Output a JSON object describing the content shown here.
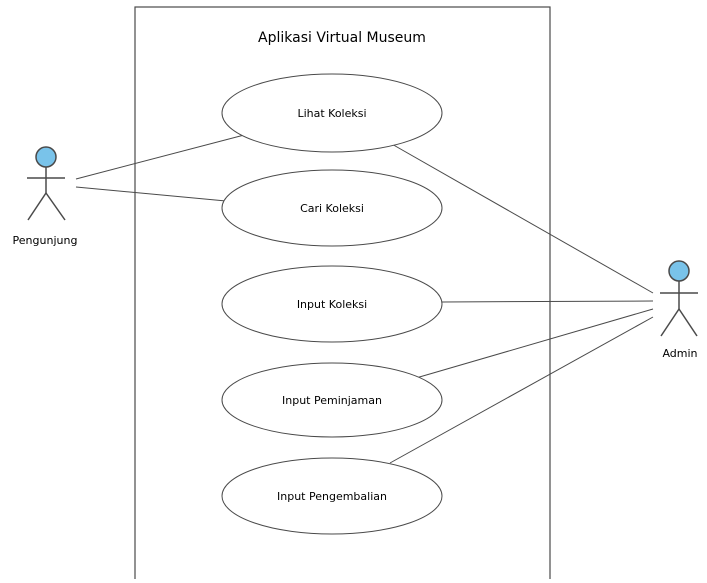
{
  "diagram": {
    "type": "use-case",
    "system": {
      "title": "Aplikasi Virtual Museum"
    },
    "actors": [
      {
        "id": "pengunjung",
        "label": "Pengunjung",
        "icon": "stick-figure-icon",
        "head_color": "#79C3EA"
      },
      {
        "id": "admin",
        "label": "Admin",
        "icon": "stick-figure-icon",
        "head_color": "#79C3EA"
      }
    ],
    "use_cases": [
      {
        "id": "lihat-koleksi",
        "label": "Lihat Koleksi"
      },
      {
        "id": "cari-koleksi",
        "label": "Cari Koleksi"
      },
      {
        "id": "input-koleksi",
        "label": "Input Koleksi"
      },
      {
        "id": "input-peminjaman",
        "label": "Input Peminjaman"
      },
      {
        "id": "input-pengembalian",
        "label": "Input Pengembalian"
      }
    ],
    "associations": [
      {
        "actor": "pengunjung",
        "use_case": "lihat-koleksi"
      },
      {
        "actor": "pengunjung",
        "use_case": "cari-koleksi"
      },
      {
        "actor": "admin",
        "use_case": "lihat-koleksi"
      },
      {
        "actor": "admin",
        "use_case": "input-koleksi"
      },
      {
        "actor": "admin",
        "use_case": "input-peminjaman"
      },
      {
        "actor": "admin",
        "use_case": "input-pengembalian"
      }
    ]
  },
  "colors": {
    "line": "#4a4a4a",
    "ellipse_fill": "#ffffff",
    "actor_head": "#79C3EA"
  }
}
